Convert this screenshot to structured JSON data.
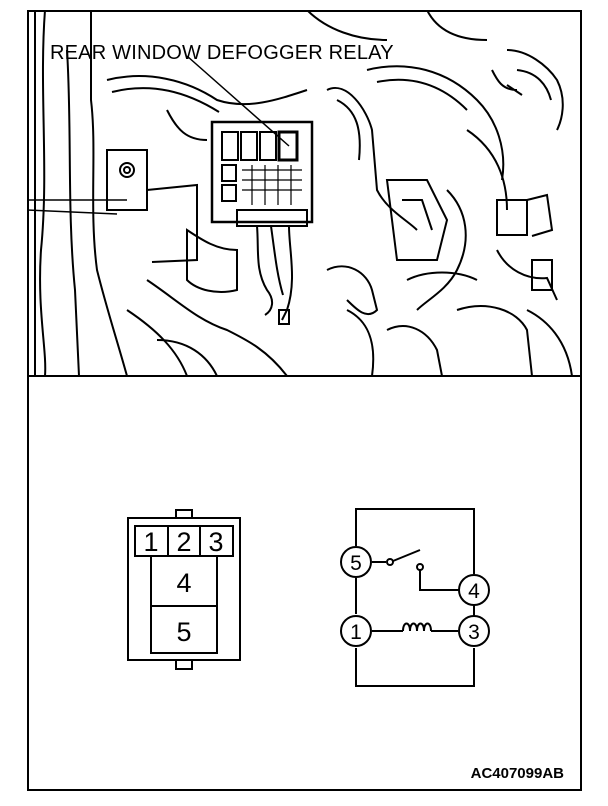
{
  "callout_label": "REAR WINDOW DEFOGGER RELAY",
  "figure_id": "AC407099AB",
  "connector": {
    "top_pins": [
      "1",
      "2",
      "3"
    ],
    "middle_pin": "4",
    "bottom_pin": "5"
  },
  "schematic": {
    "terminals": [
      "5",
      "4",
      "1",
      "3"
    ]
  }
}
